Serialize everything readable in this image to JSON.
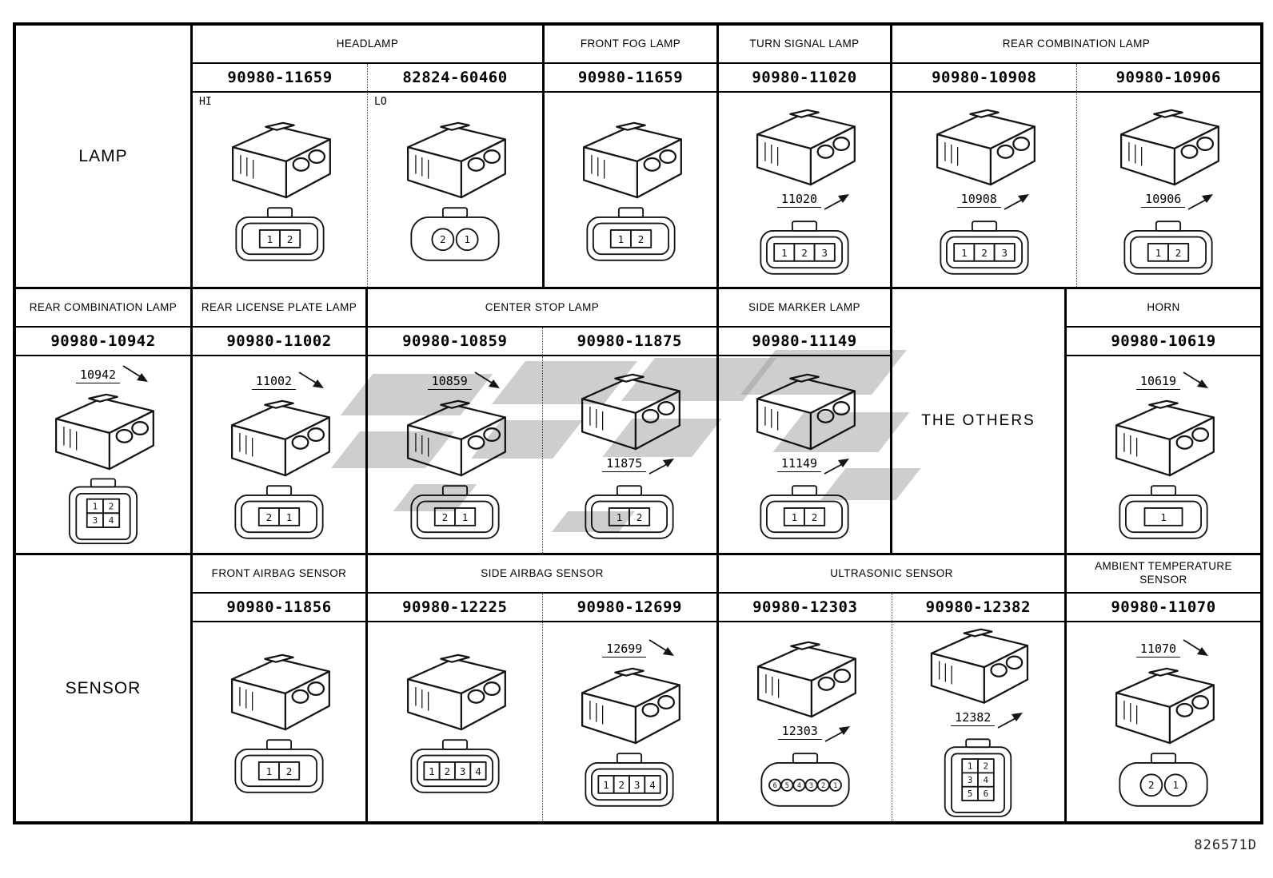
{
  "doc": {
    "footer_code": "826571D",
    "background": "#ffffff",
    "line_color": "#000000",
    "watermark_color": "#9e9e9e"
  },
  "rows": [
    {
      "cells": [
        {
          "type": "rowlabel",
          "label": "LAMP"
        },
        {
          "type": "group",
          "span": 2,
          "title": "HEADLAMP",
          "parts": [
            {
              "number": "90980-11659",
              "corner_label": "HI",
              "front": {
                "style": "boxes",
                "pins": [
                  "1",
                  "2"
                ]
              }
            },
            {
              "number": "82824-60460",
              "corner_label": "LO",
              "front": {
                "style": "circles",
                "pins": [
                  "2",
                  "1"
                ]
              }
            }
          ]
        },
        {
          "type": "group",
          "span": 1,
          "title": "FRONT FOG LAMP",
          "parts": [
            {
              "number": "90980-11659",
              "front": {
                "style": "boxes",
                "pins": [
                  "1",
                  "2"
                ]
              }
            }
          ]
        },
        {
          "type": "group",
          "span": 1,
          "title": "TURN SIGNAL LAMP",
          "parts": [
            {
              "number": "90980-11020",
              "callout": {
                "text": "11020",
                "pos": "below"
              },
              "front": {
                "style": "boxes",
                "pins": [
                  "1",
                  "2",
                  "3"
                ]
              }
            }
          ]
        },
        {
          "type": "group",
          "span": 2,
          "title": "REAR COMBINATION LAMP",
          "parts": [
            {
              "number": "90980-10908",
              "callout": {
                "text": "10908",
                "pos": "below"
              },
              "front": {
                "style": "boxes",
                "pins": [
                  "1",
                  "2",
                  "3"
                ]
              }
            },
            {
              "number": "90980-10906",
              "callout": {
                "text": "10906",
                "pos": "below"
              },
              "front": {
                "style": "boxes",
                "pins": [
                  "1",
                  "2"
                ]
              }
            }
          ]
        }
      ]
    },
    {
      "cells": [
        {
          "type": "group",
          "span": 1,
          "title": "REAR COMBINATION LAMP",
          "parts": [
            {
              "number": "90980-10942",
              "callout": {
                "text": "10942",
                "pos": "above"
              },
              "front": {
                "style": "grid",
                "pins": [
                  "1",
                  "2",
                  "3",
                  "4"
                ]
              }
            }
          ]
        },
        {
          "type": "group",
          "span": 1,
          "title": "REAR LICENSE PLATE LAMP",
          "parts": [
            {
              "number": "90980-11002",
              "callout": {
                "text": "11002",
                "pos": "above"
              },
              "front": {
                "style": "boxes",
                "pins": [
                  "2",
                  "1"
                ]
              }
            }
          ]
        },
        {
          "type": "group",
          "span": 2,
          "title": "CENTER STOP LAMP",
          "parts": [
            {
              "number": "90980-10859",
              "callout": {
                "text": "10859",
                "pos": "above"
              },
              "front": {
                "style": "boxes",
                "pins": [
                  "2",
                  "1"
                ]
              }
            },
            {
              "number": "90980-11875",
              "callout": {
                "text": "11875",
                "pos": "below"
              },
              "front": {
                "style": "boxes",
                "pins": [
                  "1",
                  "2"
                ]
              }
            }
          ]
        },
        {
          "type": "group",
          "span": 1,
          "title": "SIDE MARKER LAMP",
          "parts": [
            {
              "number": "90980-11149",
              "callout": {
                "text": "11149",
                "pos": "below"
              },
              "front": {
                "style": "boxes",
                "pins": [
                  "1",
                  "2"
                ]
              }
            }
          ]
        },
        {
          "type": "plain",
          "label": "THE OTHERS"
        },
        {
          "type": "group",
          "span": 1,
          "title": "HORN",
          "parts": [
            {
              "number": "90980-10619",
              "callout": {
                "text": "10619",
                "pos": "above"
              },
              "front": {
                "style": "boxes",
                "pins": [
                  "1"
                ]
              }
            }
          ]
        }
      ]
    },
    {
      "cells": [
        {
          "type": "rowlabel",
          "label": "SENSOR"
        },
        {
          "type": "group",
          "span": 1,
          "title": "FRONT AIRBAG SENSOR",
          "parts": [
            {
              "number": "90980-11856",
              "front": {
                "style": "boxes",
                "pins": [
                  "1",
                  "2"
                ]
              }
            }
          ]
        },
        {
          "type": "group",
          "span": 2,
          "title": "SIDE AIRBAG SENSOR",
          "parts": [
            {
              "number": "90980-12225",
              "front": {
                "style": "boxes",
                "pins": [
                  "1",
                  "2",
                  "3",
                  "4"
                ]
              }
            },
            {
              "number": "90980-12699",
              "callout": {
                "text": "12699",
                "pos": "above"
              },
              "front": {
                "style": "boxes",
                "pins": [
                  "1",
                  "2",
                  "3",
                  "4"
                ]
              }
            }
          ]
        },
        {
          "type": "group",
          "span": 2,
          "title": "ULTRASONIC SENSOR",
          "parts": [
            {
              "number": "90980-12303",
              "callout": {
                "text": "12303",
                "pos": "below"
              },
              "front": {
                "style": "circles",
                "pins": [
                  "6",
                  "5",
                  "4",
                  "3",
                  "2",
                  "1"
                ]
              }
            },
            {
              "number": "90980-12382",
              "callout": {
                "text": "12382",
                "pos": "below"
              },
              "front": {
                "style": "grid",
                "pins": [
                  "1",
                  "2",
                  "3",
                  "4",
                  "5",
                  "6"
                ]
              }
            }
          ]
        },
        {
          "type": "group",
          "span": 1,
          "title": "AMBIENT TEMPERATURE SENSOR",
          "parts": [
            {
              "number": "90980-11070",
              "callout": {
                "text": "11070",
                "pos": "above"
              },
              "front": {
                "style": "circles",
                "pins": [
                  "2",
                  "1"
                ]
              }
            }
          ]
        }
      ]
    }
  ]
}
